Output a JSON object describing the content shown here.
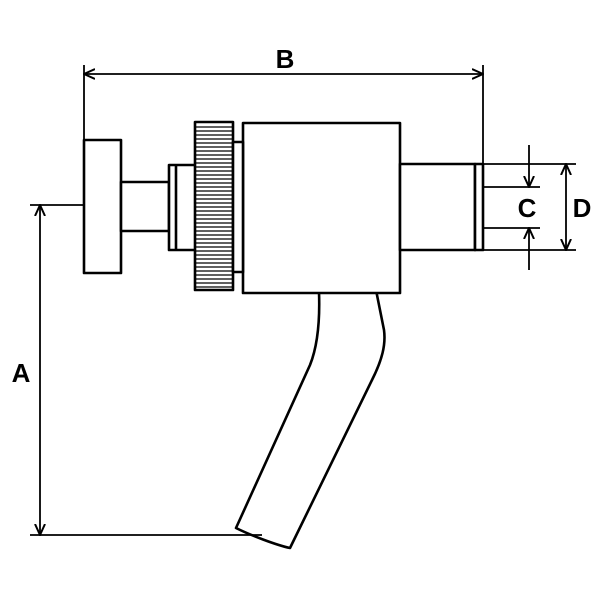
{
  "diagram": {
    "dimensions": {
      "a": "A",
      "b": "B",
      "c": "C",
      "d": "D"
    },
    "colors": {
      "stroke": "#000000",
      "fill": "#ffffff"
    }
  }
}
